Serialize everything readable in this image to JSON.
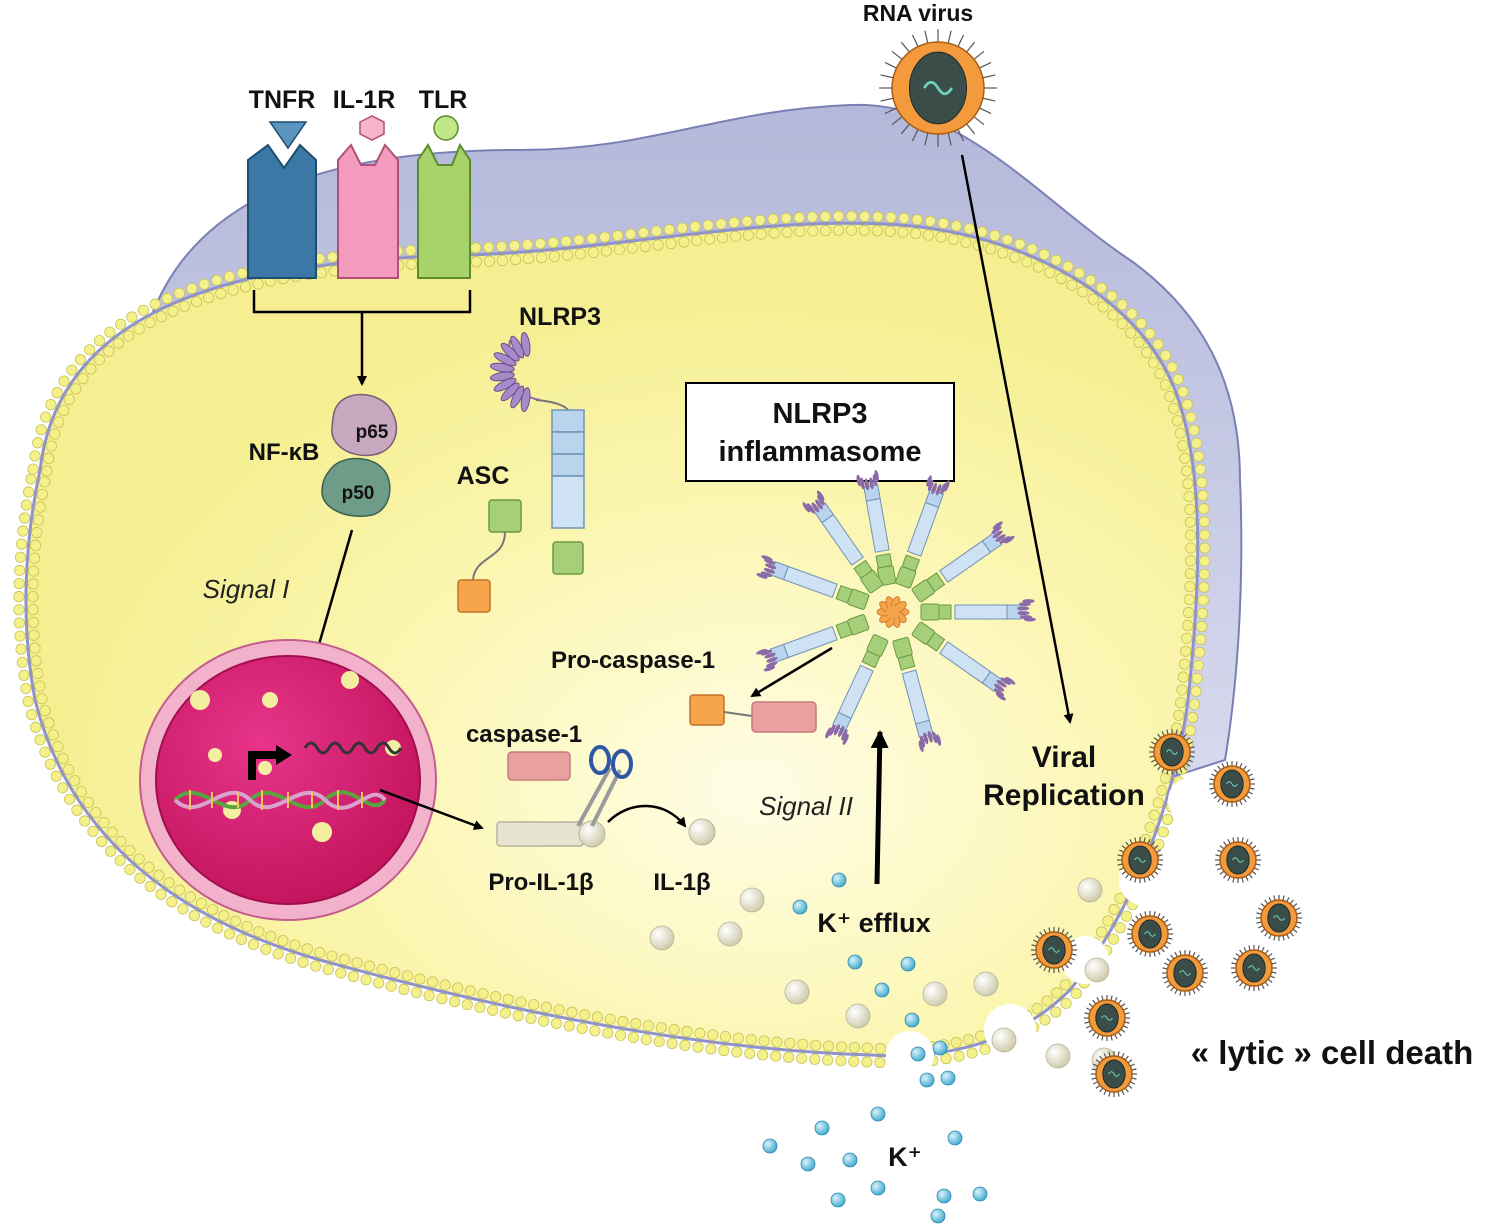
{
  "labels": {
    "tnfr": "TNFR",
    "il1r": "IL-1R",
    "tlr": "TLR",
    "nfkb": "NF-κB",
    "p65": "p65",
    "p50": "p50",
    "nlrp3": "NLRP3",
    "asc": "ASC",
    "inflammasome_line1": "NLRP3",
    "inflammasome_line2": "inflammasome",
    "signal1": "Signal I",
    "signal2": "Signal II",
    "pro_caspase": "Pro-caspase-1",
    "caspase": "caspase-1",
    "pro_il1b": "Pro-IL-1β",
    "il1b": "IL-1β",
    "k_efflux": "K⁺ efflux",
    "k_plus": "K⁺",
    "rna_virus": "RNA virus",
    "viral_line1": "Viral",
    "viral_line2": "Replication",
    "lytic": "« lytic » cell death"
  },
  "colors": {
    "cytoplasm": "#fbf7b4",
    "membrane_head": "#f1ee86",
    "membrane_tail": "#8c90c9",
    "extracellular_cell": "#c9cce6",
    "nucleus": "#d6206f",
    "nucleus_envelope": "#f2b2cc",
    "tnfr": "#3c78a6",
    "il1r": "#f29bbd",
    "tlr": "#a8d36a",
    "p65": "#c7a8bf",
    "p50": "#6f9c88",
    "asc_pyd": "#a6cf7a",
    "asc_card": "#f7a54b",
    "nlrp3_body": "#b9d4ec",
    "caspase": "#e8a0a0",
    "k_ion": "#5fb9d6",
    "il1b_ball": "#e4e1c6",
    "virus_orange": "#f29a3c",
    "virus_core": "#3b4d48"
  }
}
